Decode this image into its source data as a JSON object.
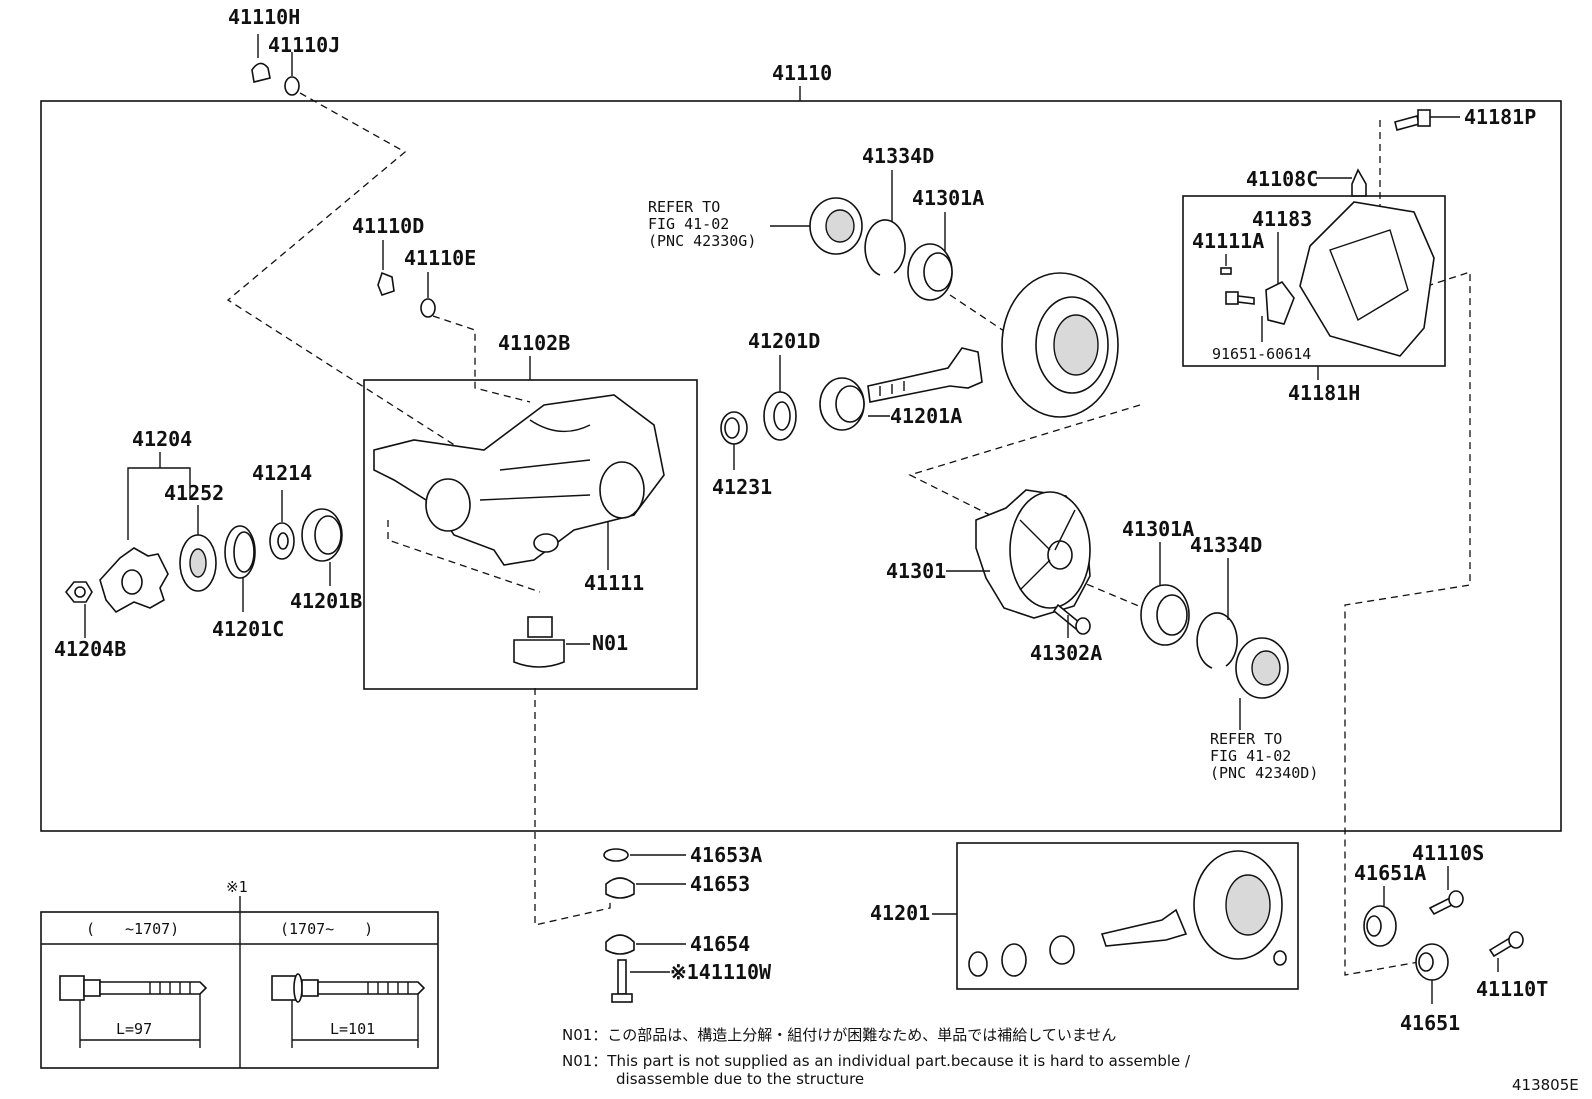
{
  "diagram_id": "413805E",
  "main_assembly": "41110",
  "labels": {
    "p41110H": "41110H",
    "p41110J": "41110J",
    "p41110D": "41110D",
    "p41110E": "41110E",
    "p41102B": "41102B",
    "p41204": "41204",
    "p41252": "41252",
    "p41214": "41214",
    "p41201B": "41201B",
    "p41201C": "41201C",
    "p41204B": "41204B",
    "p41111": "41111",
    "pN01": "N01",
    "p41334D_top": "41334D",
    "p41301A_top": "41301A",
    "p41201D": "41201D",
    "p41201A": "41201A",
    "p41231": "41231",
    "p41301": "41301",
    "p41301A_bot": "41301A",
    "p41334D_bot": "41334D",
    "p41302A": "41302A",
    "p41181P": "41181P",
    "p41108C": "41108C",
    "p41183": "41183",
    "p41111A": "41111A",
    "p91651": "91651-60614",
    "p41181H": "41181H",
    "p41653A": "41653A",
    "p41653": "41653",
    "p41654": "41654",
    "p41110W": "※141110W",
    "p41201": "41201",
    "p41651A": "41651A",
    "p41110S": "41110S",
    "p41651": "41651",
    "p41110T": "41110T"
  },
  "refer_top": [
    "REFER TO",
    "FIG 41-02",
    "(PNC 42330G)"
  ],
  "refer_bottom": [
    "REFER TO",
    "FIG 41-02",
    "(PNC 42340D)"
  ],
  "bolt_table": {
    "marker": "※1",
    "col1_header": "(　　~1707)",
    "col2_header": "(1707~　　)",
    "col1_length": "L=97",
    "col2_length": "L=101"
  },
  "notes": {
    "jp": "N01：この部品は、構造上分解・組付けが困難なため、単品では補給していません",
    "en_line1": "N01：This part is not supplied as an individual part.because it is hard to assemble /",
    "en_line2": "disassemble due to the structure"
  }
}
